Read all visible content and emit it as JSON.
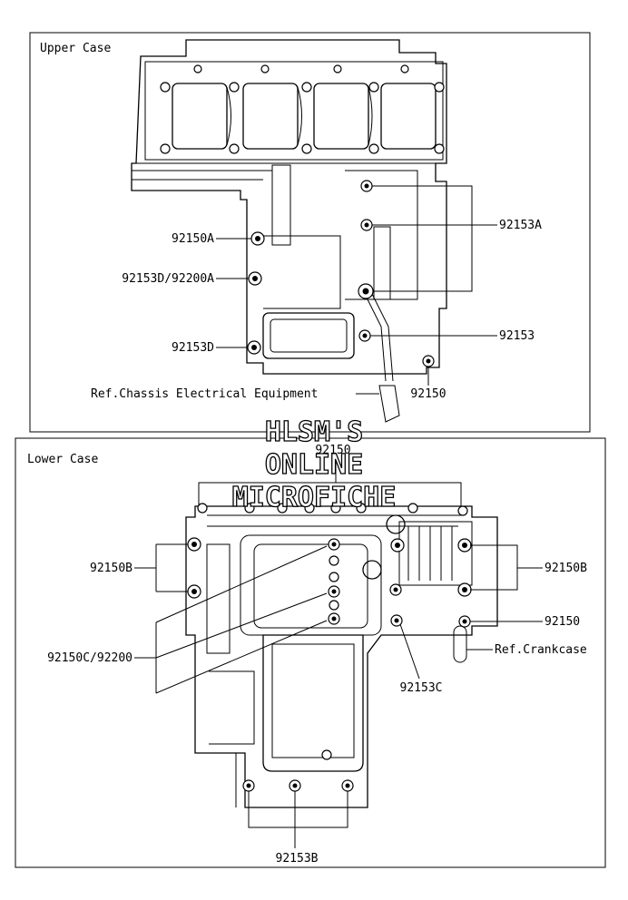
{
  "panels": {
    "upper_title": "Upper Case",
    "lower_title": "Lower Case"
  },
  "watermark": {
    "line1": "HLSM'S",
    "line2": "ONLINE",
    "line3": "MICROFICHE"
  },
  "upper_labels": {
    "p92150A": "92150A",
    "p92153D_92200A": "92153D/92200A",
    "p92153D": "92153D",
    "p92153A": "92153A",
    "p92153": "92153",
    "p92150": "92150",
    "ref_chassis": "Ref.Chassis Electrical Equipment"
  },
  "lower_labels": {
    "p92150_top": "92150",
    "p92150B_left": "92150B",
    "p92150C_92200": "92150C/92200",
    "p92150B_right": "92150B",
    "p92150_right": "92150",
    "ref_crankcase": "Ref.Crankcase",
    "p92153C": "92153C",
    "p92153B": "92153B"
  }
}
